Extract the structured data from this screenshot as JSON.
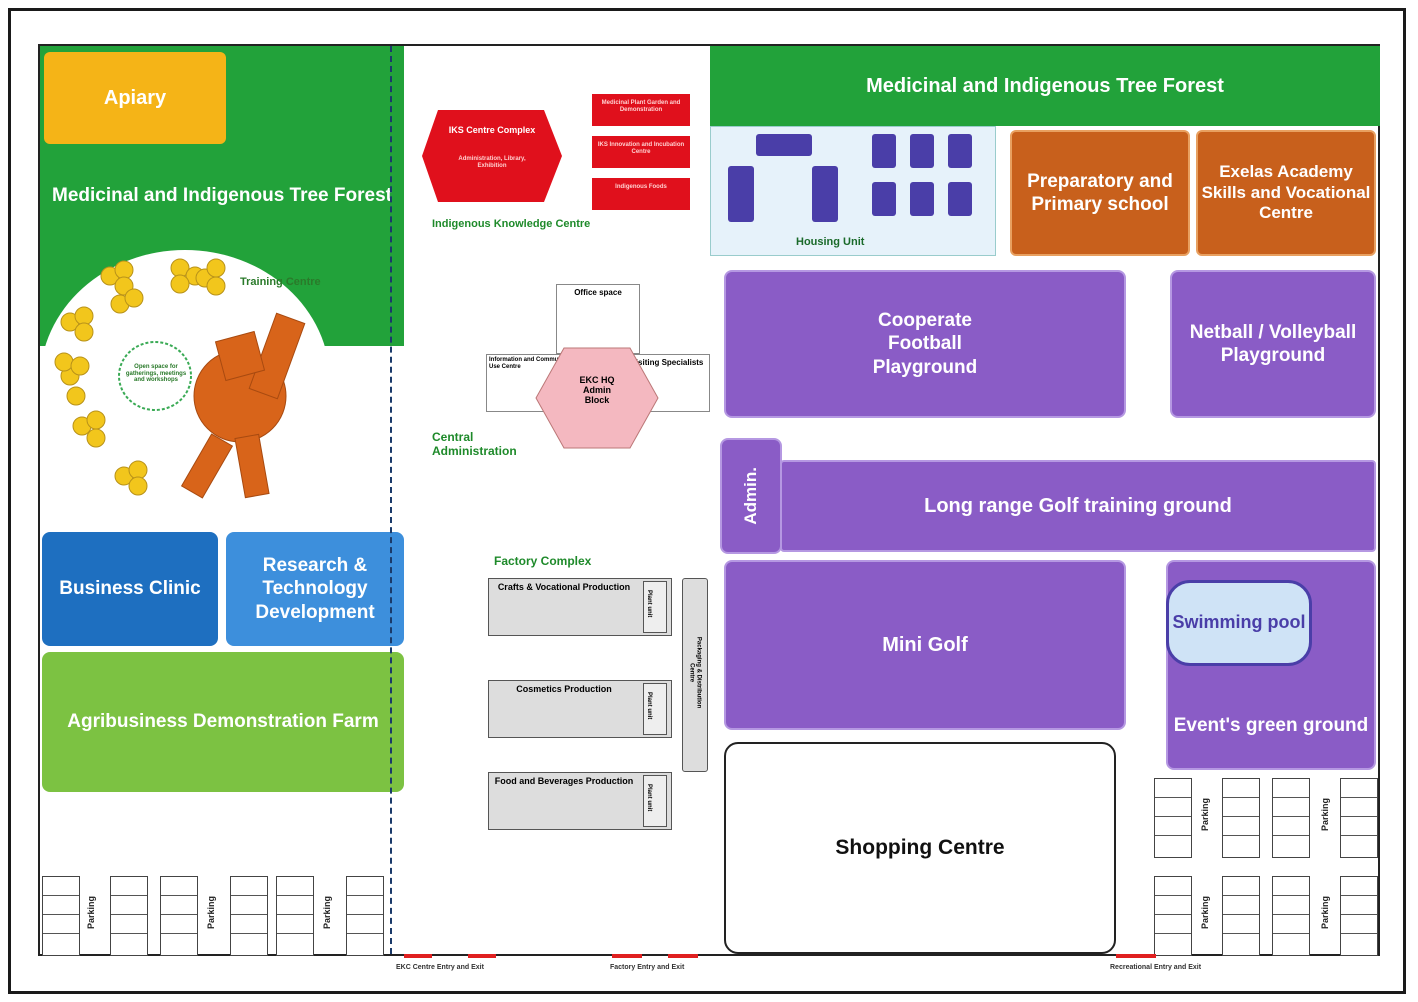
{
  "zones": {
    "apiary": "Apiary",
    "medicinal_left": "Medicinal and Indigenous Tree Forest",
    "training_centre": "Training Centre",
    "open_space": "Open space for gatherings, meetings and workshops",
    "business_clinic": "Business Clinic",
    "research": "Research & Technology Development",
    "agribusiness": "Agribusiness Demonstration Farm",
    "ikc_complex": "IKS Centre Complex",
    "ikc_complex_sub": "Administration, Library, Exhibition",
    "ikc_box1": "Medicinal Plant Garden and Demonstration",
    "ikc_box2": "IKS Innovation and Incubation Centre",
    "ikc_box3": "Indigenous Foods",
    "ikc_label": "Indigenous Knowledge Centre",
    "office_space": "Office space",
    "info_centre": "Information and Community Use Centre",
    "visiting": "Visiting Specialists",
    "hq": "EKC HQ Admin Block",
    "central_admin": "Central Administration",
    "factory_label": "Factory Complex",
    "crafts": "Crafts & Vocational Production",
    "cosmetics": "Cosmetics Production",
    "food": "Food and Beverages Production",
    "packaging": "Packaging & Distribution Centre",
    "plant_unit": "Plant unit",
    "medicinal_top": "Medicinal and Indigenous Tree Forest",
    "housing": "Housing Unit",
    "preparatory": "Preparatory and Primary school",
    "exelas": "Exelas Academy Skills and Vocational Centre",
    "cooperate": "Cooperate Football Playground",
    "netball": "Netball / Volleyball Playground",
    "admin": "Admin.",
    "golf_long": "Long range Golf training ground",
    "mini_golf": "Mini Golf",
    "swimming": "Swimming pool",
    "events": "Event's green ground",
    "shopping": "Shopping Centre",
    "parking": "Parking",
    "exit1": "EKC Centre Entry and Exit",
    "exit2": "Factory Entry and Exit",
    "exit3": "Recreational Entry and Exit"
  },
  "colors": {
    "green": "#22a23a",
    "orange": "#c8601c",
    "purple": "#8a5cc6",
    "blue": "#1e6fc0",
    "light_green": "#7cc242",
    "apiary": "#f5b417",
    "red": "#e0101c",
    "navy": "#4a3ea8"
  }
}
